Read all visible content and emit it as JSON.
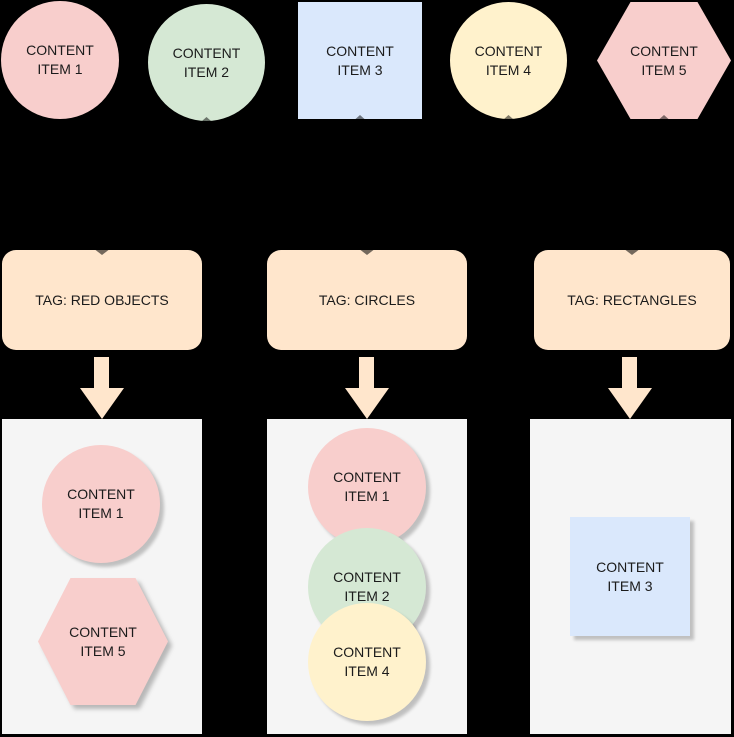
{
  "colors": {
    "background": "#000000",
    "red_item_fill": "#f8cecc",
    "green_item_fill": "#d5e8d4",
    "blue_item_fill": "#dae8fc",
    "yellow_item_fill": "#fff2cc",
    "tag_fill": "#ffe6cc",
    "container_fill": "#f5f5f5",
    "label_text": "#1b1b1b"
  },
  "top_row": [
    {
      "label": "CONTENT\nITEM 1",
      "shape": "circle",
      "fill": "#f8cecc"
    },
    {
      "label": "CONTENT\nITEM 2",
      "shape": "circle",
      "fill": "#d5e8d4"
    },
    {
      "label": "CONTENT\nITEM 3",
      "shape": "square",
      "fill": "#dae8fc"
    },
    {
      "label": "CONTENT\nITEM 4",
      "shape": "circle",
      "fill": "#fff2cc"
    },
    {
      "label": "CONTENT\nITEM 5",
      "shape": "hexagon",
      "fill": "#f8cecc"
    }
  ],
  "tags": [
    {
      "label": "TAG: RED OBJECTS"
    },
    {
      "label": "TAG: CIRCLES"
    },
    {
      "label": "TAG: RECTANGLES"
    }
  ],
  "groups": [
    {
      "tag": "TAG: RED OBJECTS",
      "items": [
        {
          "label": "CONTENT\nITEM 1",
          "shape": "circle",
          "fill": "#f8cecc"
        },
        {
          "label": "CONTENT\nITEM 5",
          "shape": "hexagon",
          "fill": "#f8cecc"
        }
      ]
    },
    {
      "tag": "TAG: CIRCLES",
      "items": [
        {
          "label": "CONTENT\nITEM 1",
          "shape": "circle",
          "fill": "#f8cecc"
        },
        {
          "label": "CONTENT\nITEM 2",
          "shape": "circle",
          "fill": "#d5e8d4"
        },
        {
          "label": "CONTENT\nITEM 4",
          "shape": "circle",
          "fill": "#fff2cc"
        }
      ]
    },
    {
      "tag": "TAG: RECTANGLES",
      "items": [
        {
          "label": "CONTENT\nITEM 3",
          "shape": "square",
          "fill": "#dae8fc"
        }
      ]
    }
  ]
}
